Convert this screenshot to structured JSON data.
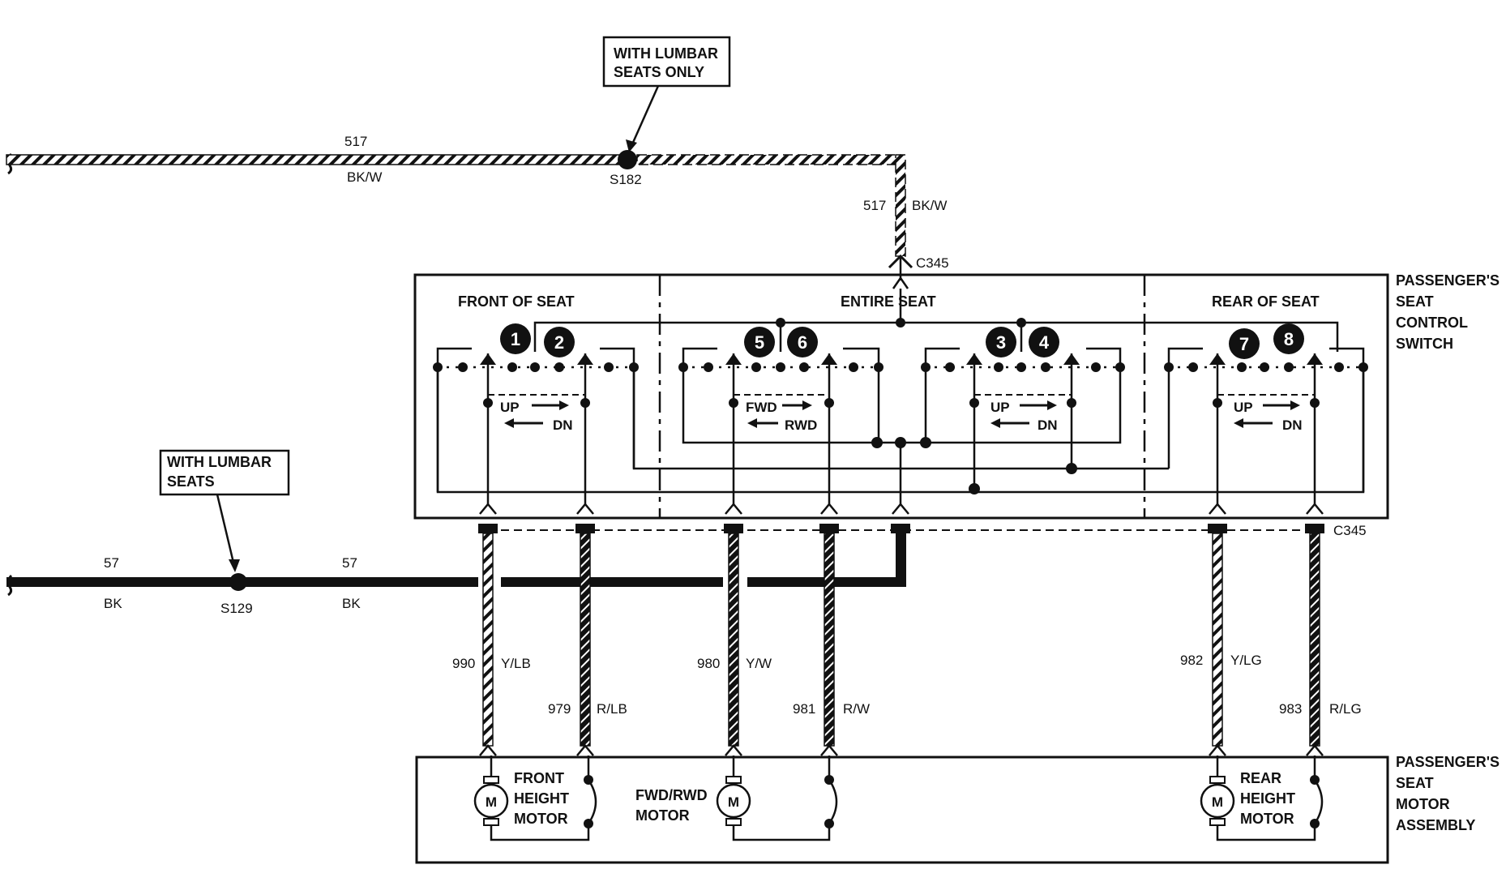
{
  "callouts": {
    "top": [
      "WITH LUMBAR",
      "SEATS ONLY"
    ],
    "bottom": [
      "WITH LUMBAR",
      "SEATS"
    ]
  },
  "wires": {
    "top_circuit": "517",
    "top_color": "BK/W",
    "top_splice": "S182",
    "top_drop_circuit": "517",
    "top_drop_color": "BK/W",
    "connector_top": "C345",
    "ground_circuit_left": "57",
    "ground_color_left": "BK",
    "ground_splice": "S129",
    "ground_circuit_right": "57",
    "ground_color_right": "BK",
    "connector_bottom": "C345",
    "leads": [
      {
        "circuit": "990",
        "color": "Y/LB"
      },
      {
        "circuit": "979",
        "color": "R/LB"
      },
      {
        "circuit": "980",
        "color": "Y/W"
      },
      {
        "circuit": "981",
        "color": "R/W"
      },
      {
        "circuit": "982",
        "color": "Y/LG"
      },
      {
        "circuit": "983",
        "color": "R/LG"
      }
    ]
  },
  "switch": {
    "sections": [
      "FRONT OF SEAT",
      "ENTIRE SEAT",
      "REAR OF SEAT"
    ],
    "label": [
      "PASSENGER'S",
      "SEAT",
      "CONTROL",
      "SWITCH"
    ],
    "markers": [
      "1",
      "2",
      "5",
      "6",
      "3",
      "4",
      "7",
      "8"
    ],
    "dir": {
      "up": "UP",
      "dn": "DN",
      "fwd": "FWD",
      "rwd": "RWD"
    }
  },
  "motors": {
    "front": [
      "FRONT",
      "HEIGHT",
      "MOTOR"
    ],
    "fwdrwd": [
      "FWD/RWD",
      "MOTOR"
    ],
    "rear": [
      "REAR",
      "HEIGHT",
      "MOTOR"
    ],
    "symbol": "M",
    "assembly_label": [
      "PASSENGER'S",
      "SEAT",
      "MOTOR",
      "ASSEMBLY"
    ]
  }
}
